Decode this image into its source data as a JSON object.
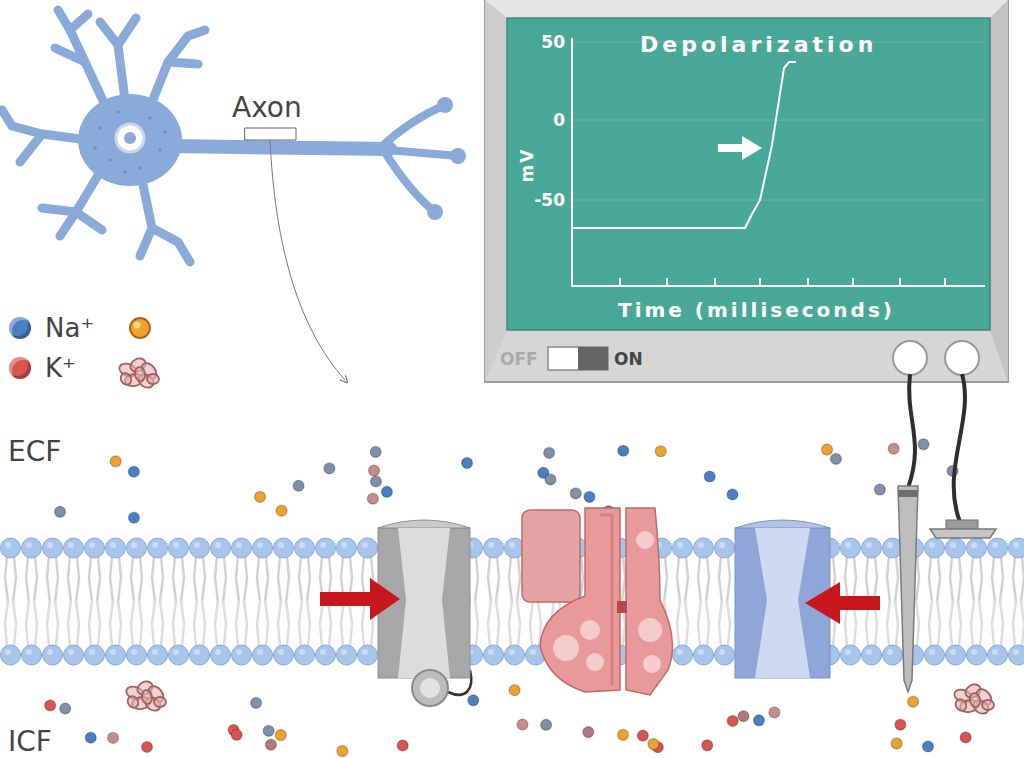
{
  "diagram": {
    "labels": [
      "Axon",
      "Depolarization",
      "50",
      "0",
      "-50",
      "mV",
      "Time (milliseconds)",
      "OFF",
      "ON",
      "ECF",
      "ICF"
    ],
    "legend": [
      {
        "text": "Na⁺",
        "color": "#4a7fc4"
      },
      {
        "text": "K⁺",
        "color": "#d9534f"
      }
    ]
  }
}
